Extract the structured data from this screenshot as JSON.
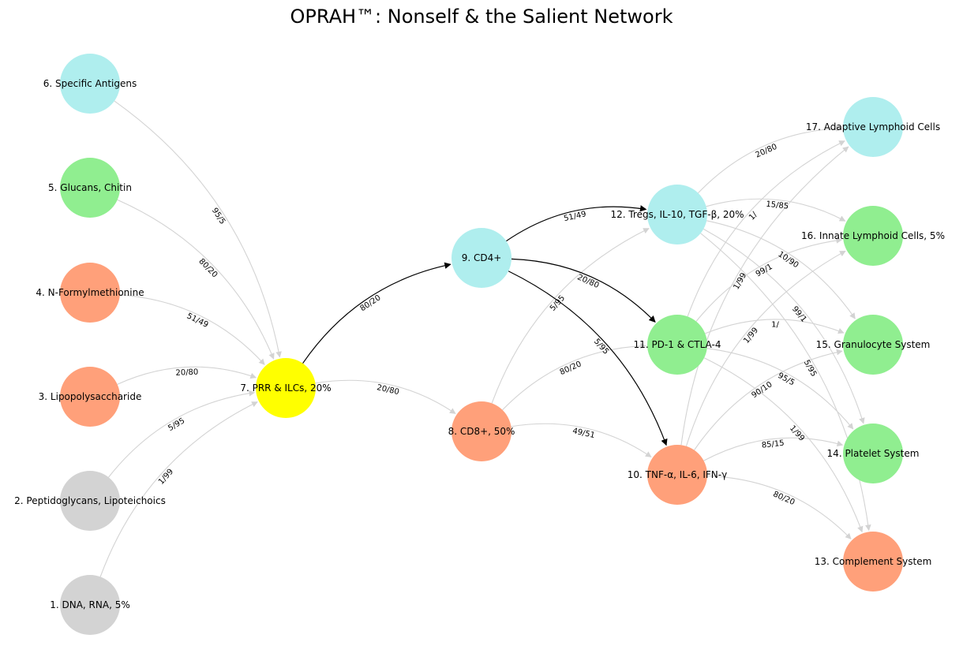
{
  "title": "OPRAH™: Nonself & the Salient Network",
  "colors": {
    "grey": "#d3d3d3",
    "salmon": "#ffa07a",
    "green": "#90ee90",
    "cyan": "#afeeee",
    "yellow": "#ffff00",
    "edge_grey": "#d3d3d3",
    "edge_black": "#000000"
  },
  "nodes": [
    {
      "id": 1,
      "label": "1. DNA, RNA,  5%",
      "color": "grey"
    },
    {
      "id": 2,
      "label": "2. Peptidoglycans, Lipoteichoics",
      "color": "grey"
    },
    {
      "id": 3,
      "label": "3. Lipopolysaccharide",
      "color": "salmon"
    },
    {
      "id": 4,
      "label": "4. N-Formylmethionine",
      "color": "salmon"
    },
    {
      "id": 5,
      "label": "5. Glucans, Chitin",
      "color": "green"
    },
    {
      "id": 6,
      "label": "6. Specific Antigens",
      "color": "cyan"
    },
    {
      "id": 7,
      "label": "7. PRR & ILCs, 20%",
      "color": "yellow"
    },
    {
      "id": 8,
      "label": "8. CD8+, 50%",
      "color": "salmon"
    },
    {
      "id": 9,
      "label": "9. CD4+",
      "color": "cyan"
    },
    {
      "id": 10,
      "label": "10. TNF-α, IL-6, IFN-γ",
      "color": "salmon"
    },
    {
      "id": 11,
      "label": "11. PD-1 & CTLA-4",
      "color": "green"
    },
    {
      "id": 12,
      "label": "12. Tregs, IL-10, TGF-β, 20%",
      "color": "cyan"
    },
    {
      "id": 13,
      "label": "13. Complement System",
      "color": "salmon"
    },
    {
      "id": 14,
      "label": "14. Platelet System",
      "color": "green"
    },
    {
      "id": 15,
      "label": "15. Granulocyte System",
      "color": "green"
    },
    {
      "id": 16,
      "label": "16. Innate Lymphoid Cells, 5%",
      "color": "green"
    },
    {
      "id": 17,
      "label": "17. Adaptive Lymphoid Cells",
      "color": "cyan"
    }
  ],
  "edges": [
    {
      "from": 1,
      "to": 7,
      "label": "1/99",
      "highlight": false
    },
    {
      "from": 2,
      "to": 7,
      "label": "5/95",
      "highlight": false
    },
    {
      "from": 3,
      "to": 7,
      "label": "20/80",
      "highlight": false
    },
    {
      "from": 4,
      "to": 7,
      "label": "51/49",
      "highlight": false
    },
    {
      "from": 5,
      "to": 7,
      "label": "80/20",
      "highlight": false
    },
    {
      "from": 6,
      "to": 7,
      "label": "95/5",
      "highlight": false
    },
    {
      "from": 7,
      "to": 8,
      "label": "20/80",
      "highlight": false
    },
    {
      "from": 7,
      "to": 9,
      "label": "80/20",
      "highlight": true
    },
    {
      "from": 8,
      "to": 10,
      "label": "49/51",
      "highlight": false
    },
    {
      "from": 8,
      "to": 11,
      "label": "80/20",
      "highlight": false
    },
    {
      "from": 8,
      "to": 12,
      "label": "5/95",
      "highlight": false
    },
    {
      "from": 9,
      "to": 10,
      "label": "5/95",
      "highlight": true
    },
    {
      "from": 9,
      "to": 11,
      "label": "20/80",
      "highlight": true
    },
    {
      "from": 9,
      "to": 12,
      "label": "51/49",
      "highlight": true
    },
    {
      "from": 10,
      "to": 13,
      "label": "80/20",
      "highlight": false
    },
    {
      "from": 10,
      "to": 14,
      "label": "85/15",
      "highlight": false
    },
    {
      "from": 10,
      "to": 15,
      "label": "90/10",
      "highlight": false
    },
    {
      "from": 10,
      "to": 16,
      "label": "1/99",
      "highlight": false
    },
    {
      "from": 10,
      "to": 17,
      "label": "1/99",
      "highlight": false
    },
    {
      "from": 11,
      "to": 13,
      "label": "1/99",
      "highlight": false
    },
    {
      "from": 11,
      "to": 14,
      "label": "95/5",
      "highlight": false
    },
    {
      "from": 11,
      "to": 15,
      "label": "1/",
      "highlight": false
    },
    {
      "from": 11,
      "to": 16,
      "label": "99/1",
      "highlight": false
    },
    {
      "from": 11,
      "to": 17,
      "label": "1/",
      "highlight": false
    },
    {
      "from": 12,
      "to": 13,
      "label": "5/95",
      "highlight": false
    },
    {
      "from": 12,
      "to": 14,
      "label": "99/1",
      "highlight": false
    },
    {
      "from": 12,
      "to": 15,
      "label": "10/90",
      "highlight": false
    },
    {
      "from": 12,
      "to": 16,
      "label": "15/85",
      "highlight": false
    },
    {
      "from": 12,
      "to": 17,
      "label": "20/80",
      "highlight": false
    }
  ]
}
